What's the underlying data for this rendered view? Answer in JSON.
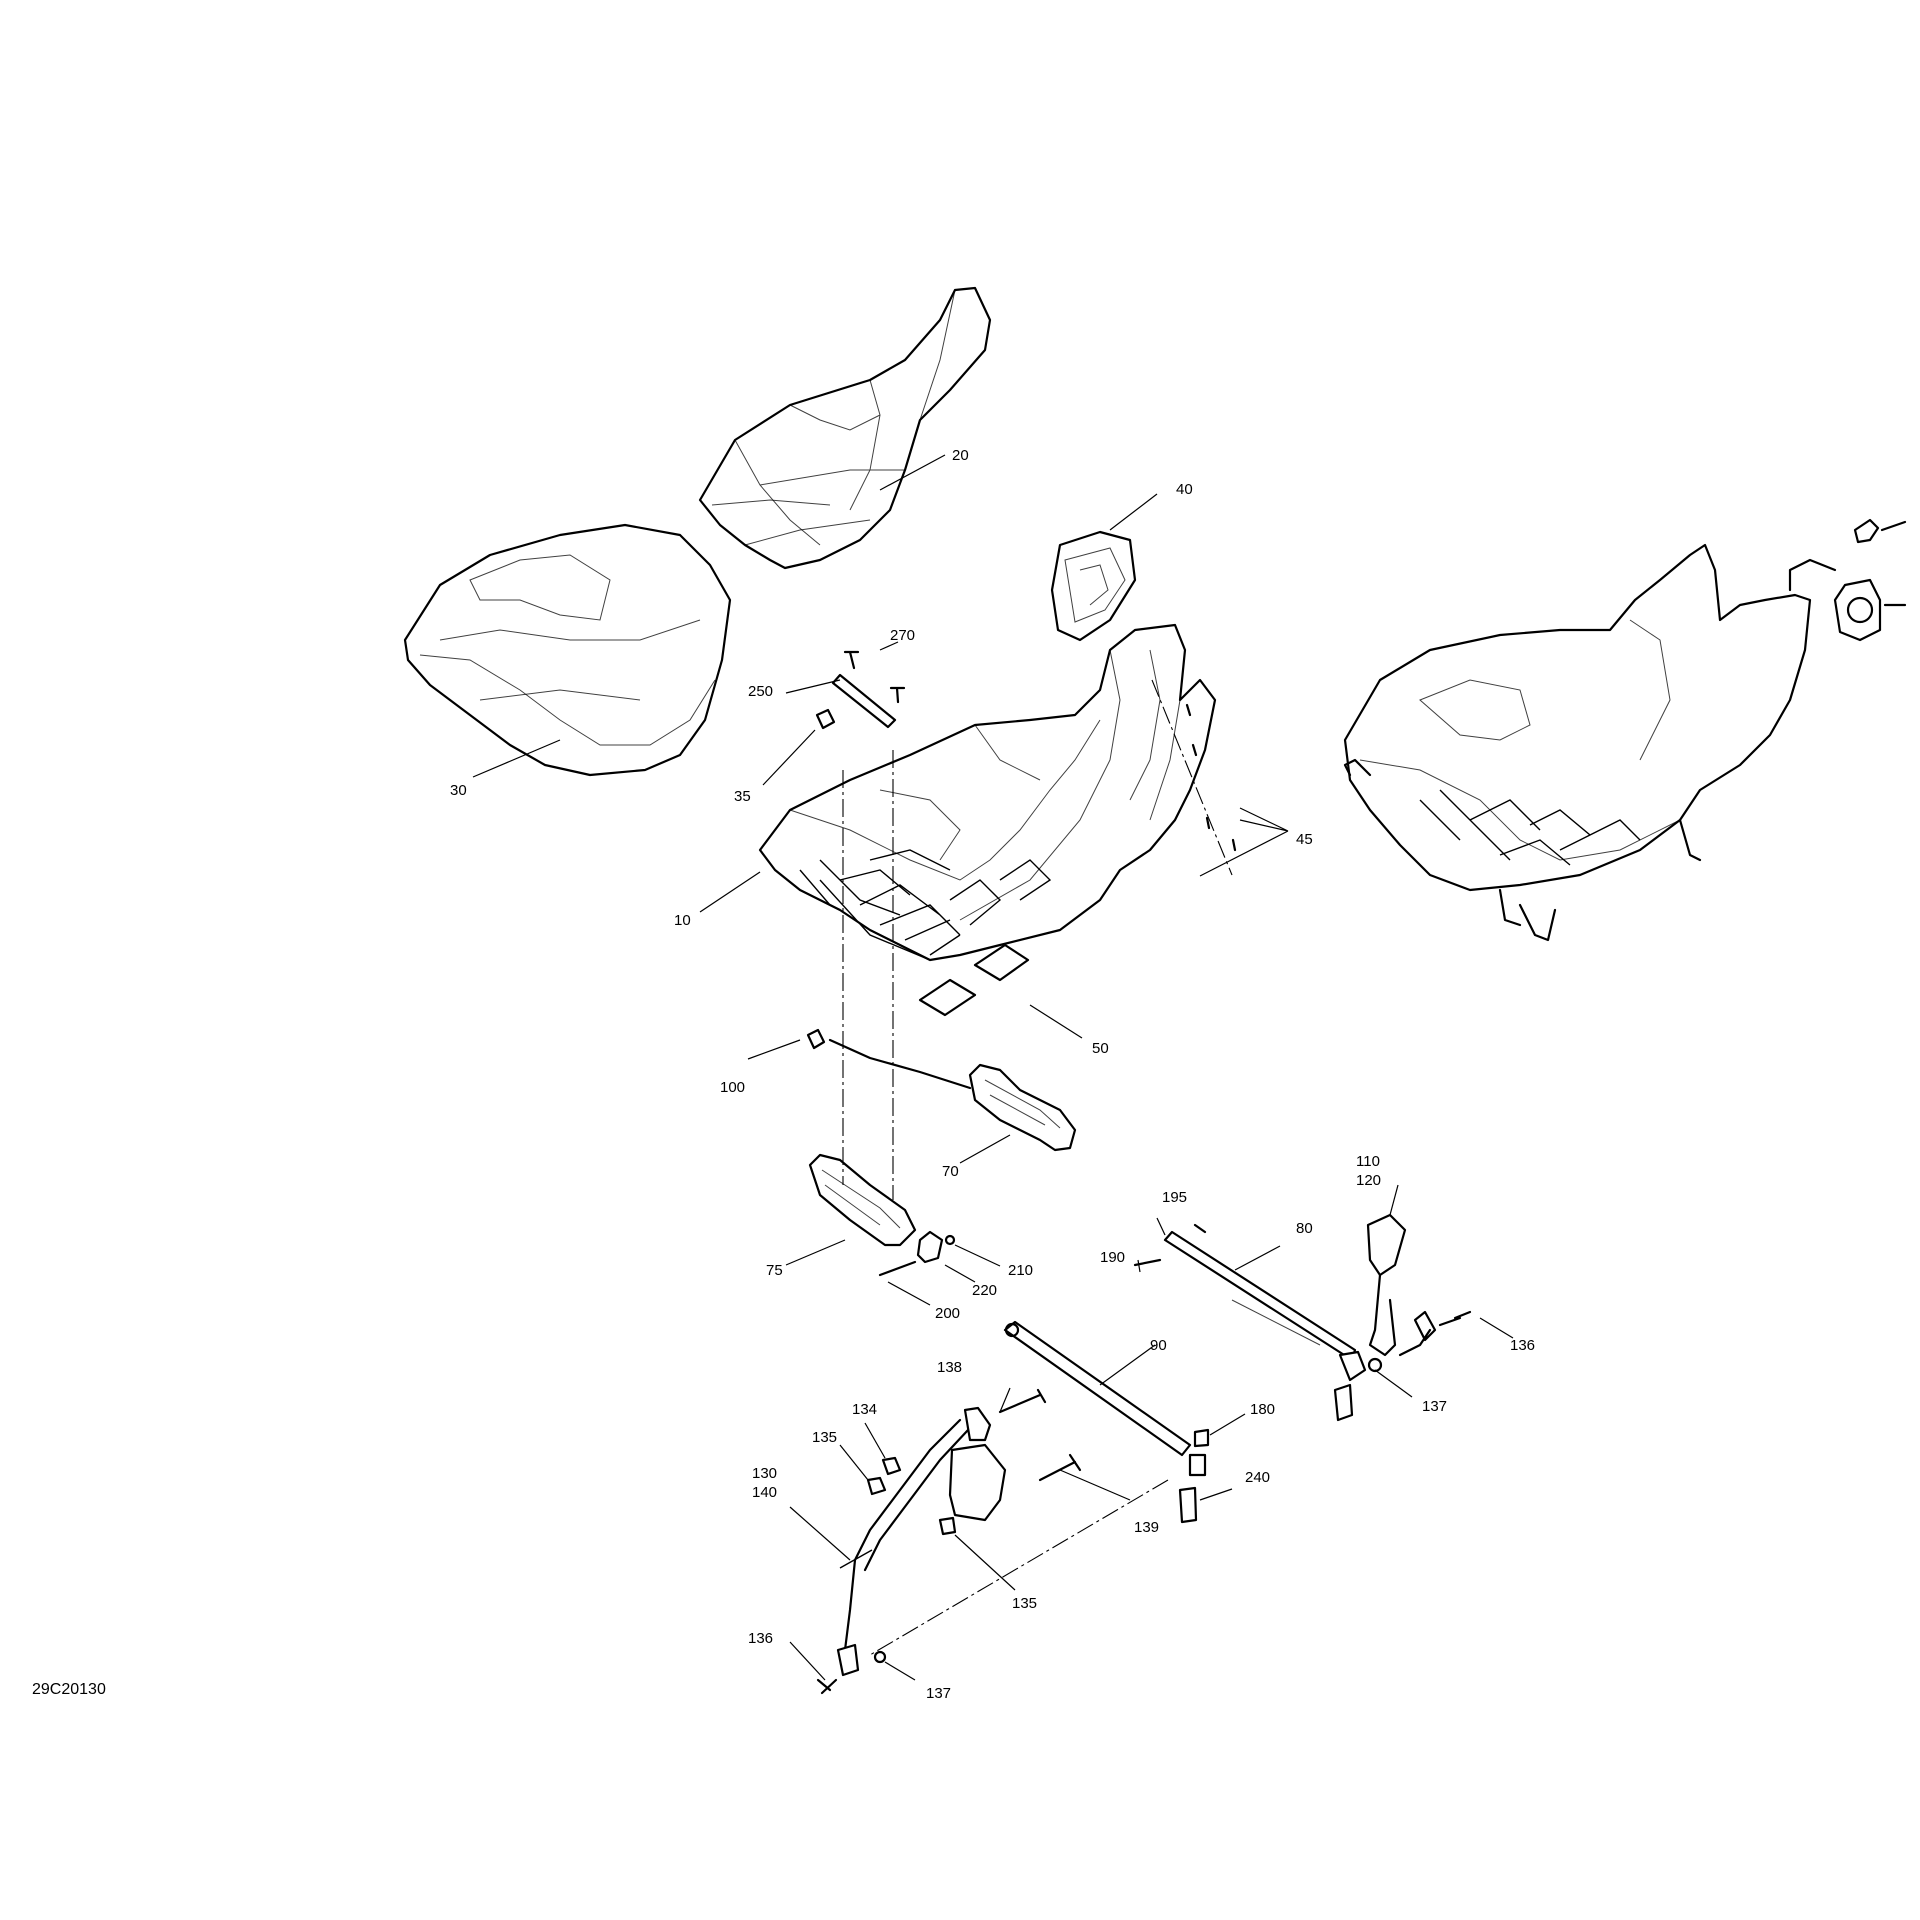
{
  "diagram": {
    "reference_code": "29C20130",
    "callouts": {
      "c10": "10",
      "c20": "20",
      "c30": "30",
      "c35": "35",
      "c40": "40",
      "c45": "45",
      "c50": "50",
      "c70": "70",
      "c75": "75",
      "c80": "80",
      "c90": "90",
      "c100": "100",
      "c110": "110",
      "c120": "120",
      "c130": "130",
      "c134": "134",
      "c135a": "135",
      "c135b": "135",
      "c136a": "136",
      "c136b": "136",
      "c137a": "137",
      "c137b": "137",
      "c138": "138",
      "c139": "139",
      "c140": "140",
      "c180": "180",
      "c190": "190",
      "c195": "195",
      "c200": "200",
      "c210": "210",
      "c220": "220",
      "c240": "240",
      "c250": "250",
      "c270": "270"
    }
  }
}
